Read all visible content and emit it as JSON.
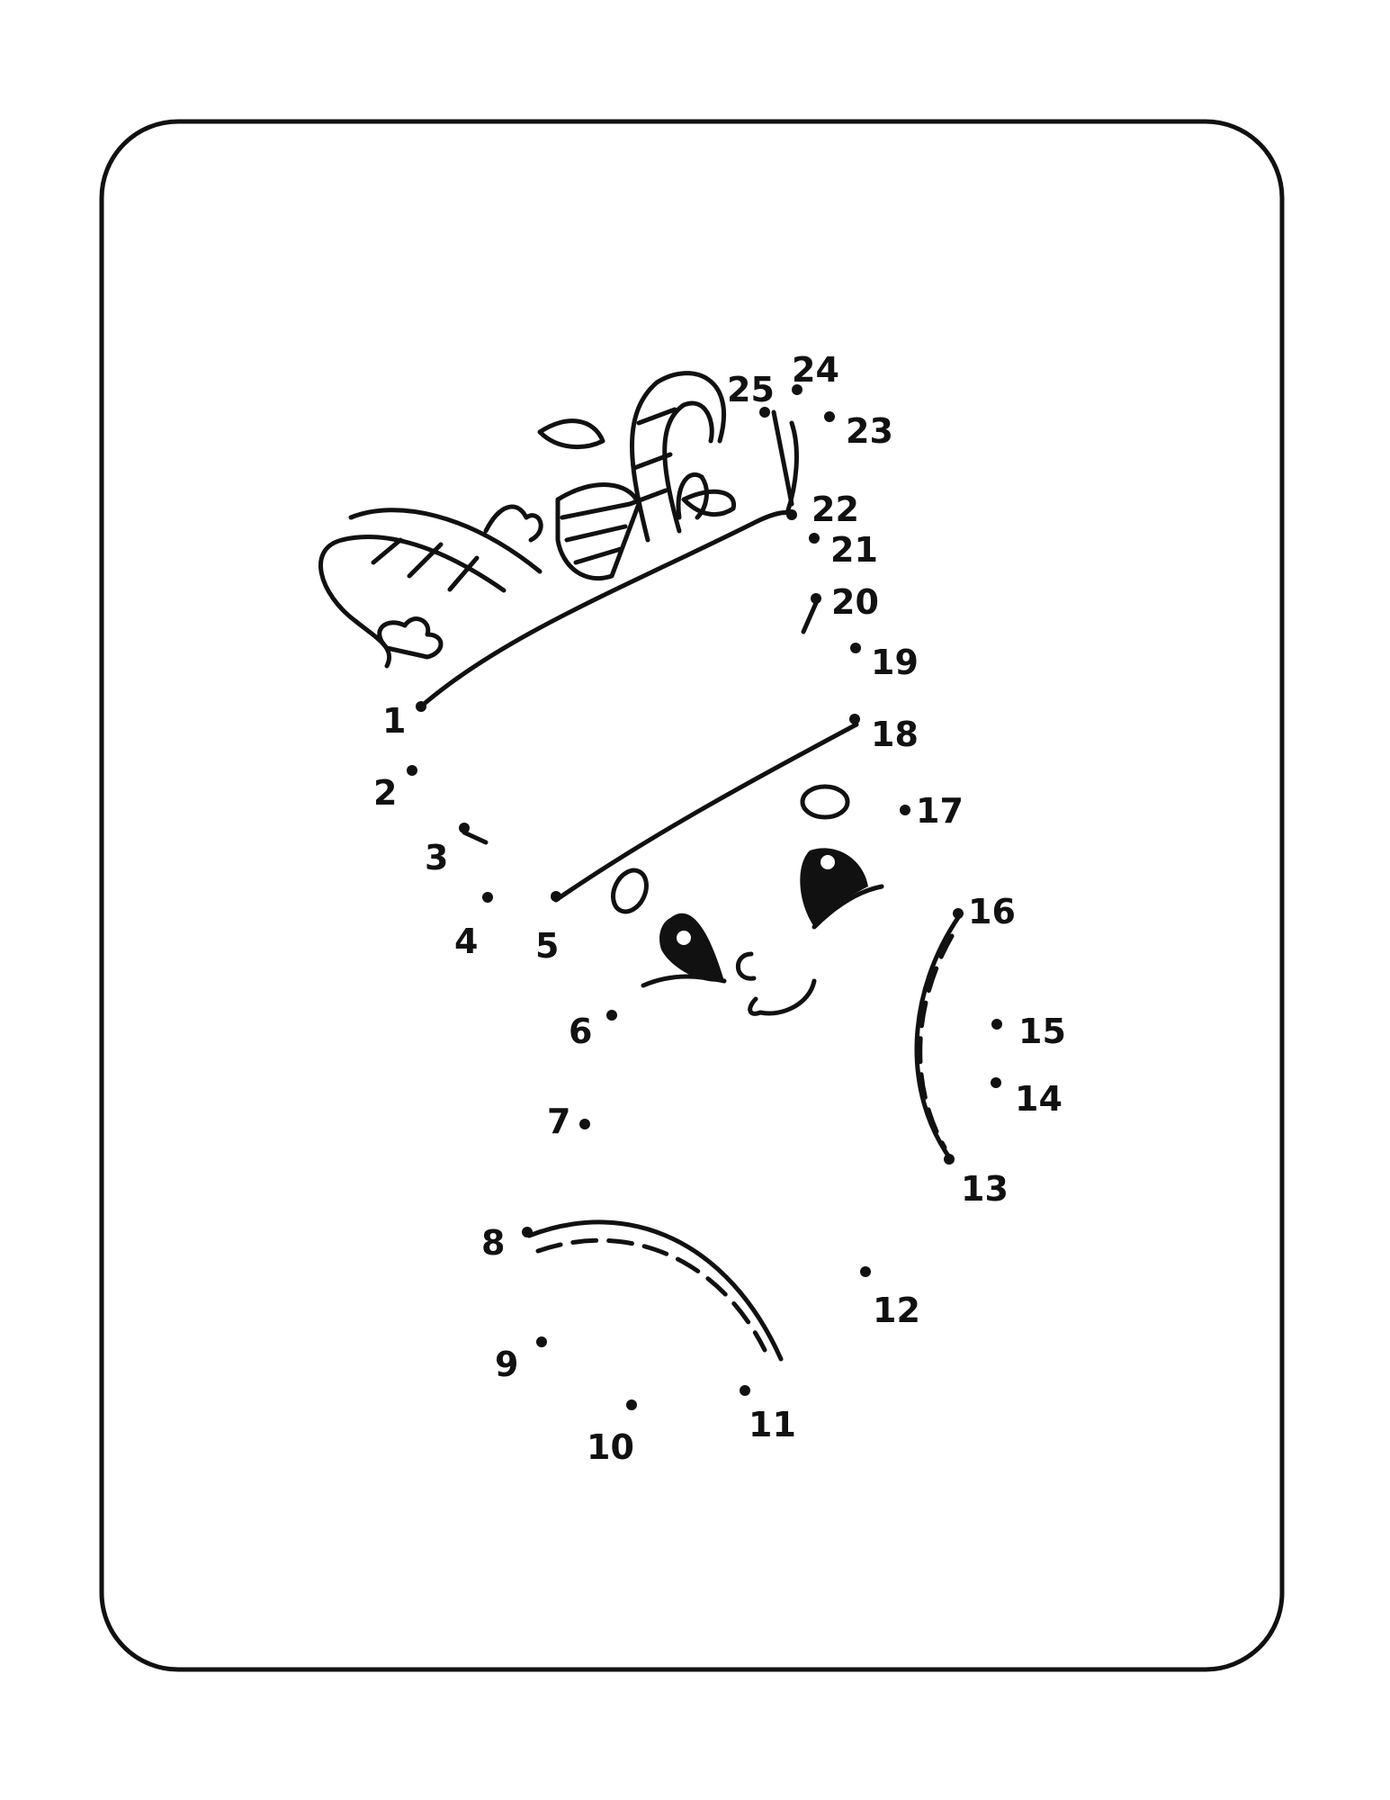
{
  "puzzle": {
    "type": "connect-the-dots",
    "dots": [
      {
        "label": "1"
      },
      {
        "label": "2"
      },
      {
        "label": "3"
      },
      {
        "label": "4"
      },
      {
        "label": "5"
      },
      {
        "label": "6"
      },
      {
        "label": "7"
      },
      {
        "label": "8"
      },
      {
        "label": "9"
      },
      {
        "label": "10"
      },
      {
        "label": "11"
      },
      {
        "label": "12"
      },
      {
        "label": "13"
      },
      {
        "label": "14"
      },
      {
        "label": "15"
      },
      {
        "label": "16"
      },
      {
        "label": "17"
      },
      {
        "label": "18"
      },
      {
        "label": "19"
      },
      {
        "label": "20"
      },
      {
        "label": "21"
      },
      {
        "label": "22"
      },
      {
        "label": "23"
      },
      {
        "label": "24"
      },
      {
        "label": "25"
      }
    ]
  },
  "colors": {
    "ink": "#111111",
    "paper": "#ffffff"
  },
  "icons": [
    "candy-cane-icon",
    "carrot-icon",
    "snowman-face-icon"
  ]
}
